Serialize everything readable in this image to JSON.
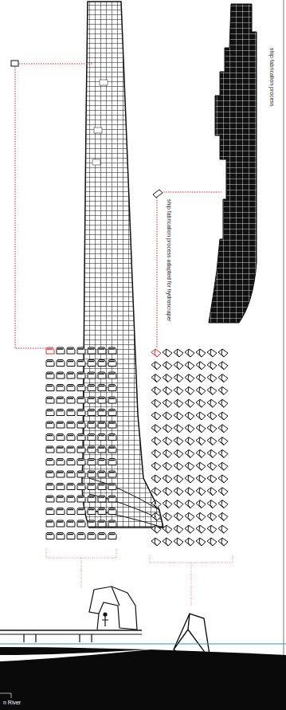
{
  "diagram": {
    "labels": [
      "ship fabrication process adapted for hydroscraper",
      "ship fabrication process",
      "n River"
    ]
  }
}
